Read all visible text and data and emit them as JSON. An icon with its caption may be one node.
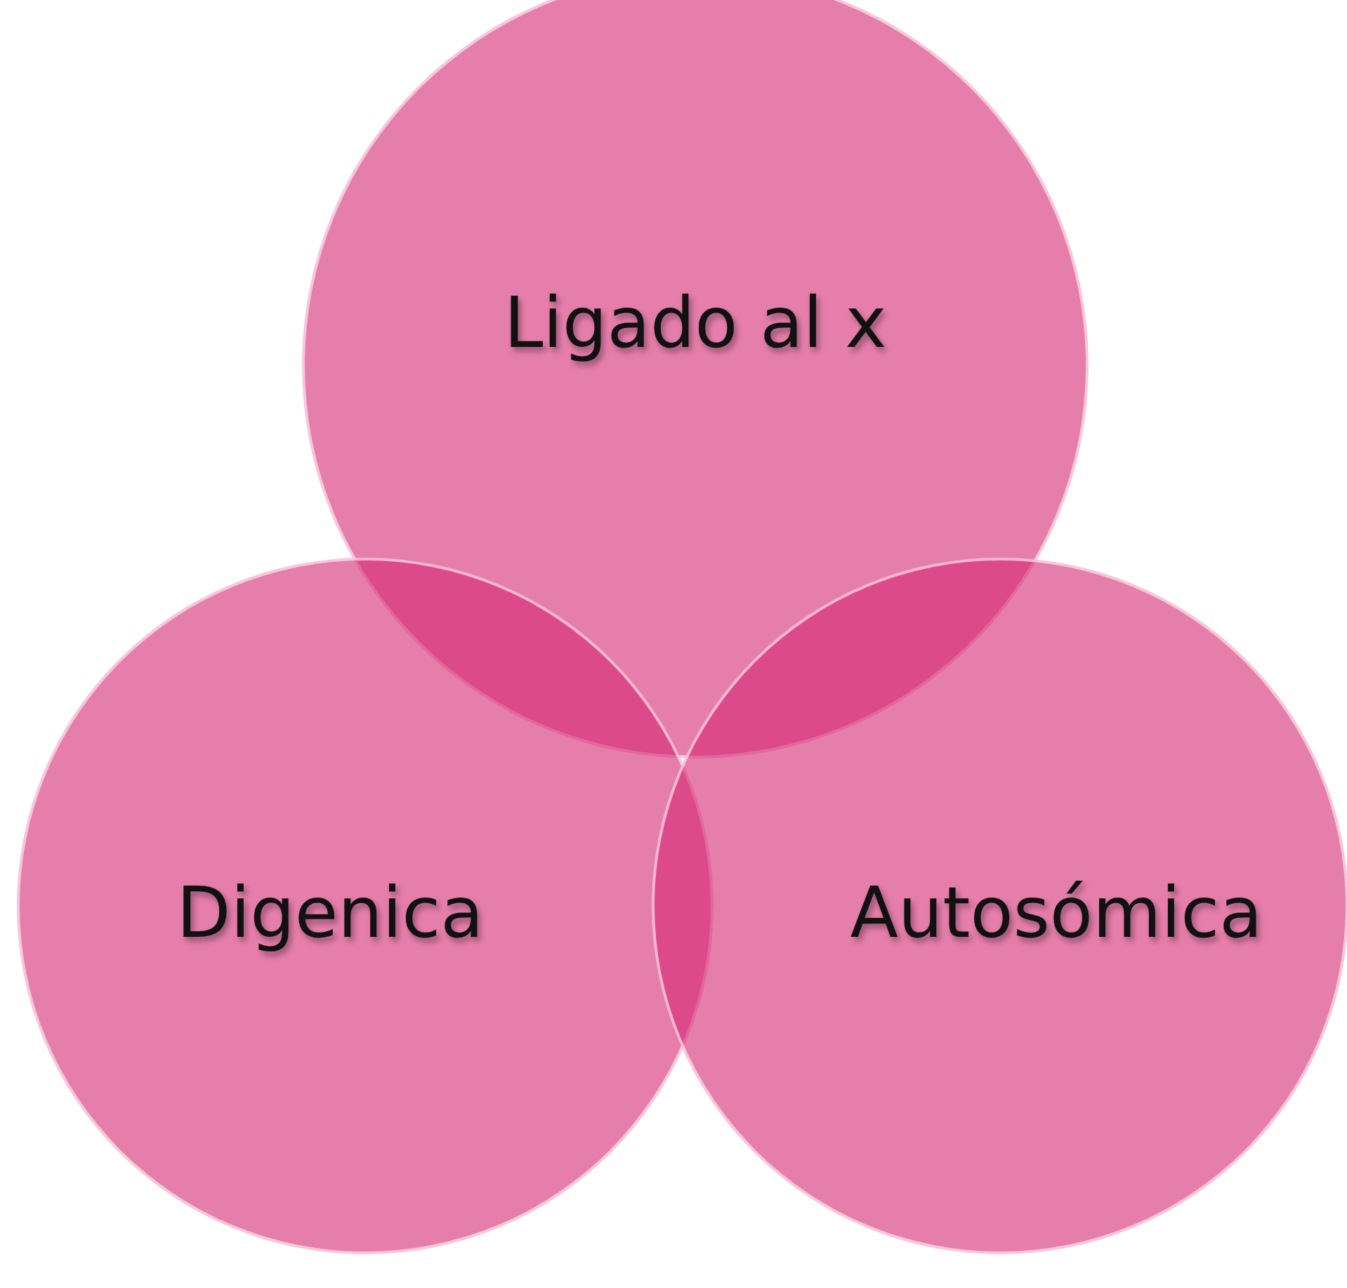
{
  "diagram": {
    "nodes": [
      {
        "text": [
          "Ligado al x"
        ]
      },
      {
        "text": [
          "Digenica"
        ]
      },
      {
        "text": [
          "Autosómica"
        ]
      }
    ]
  }
}
